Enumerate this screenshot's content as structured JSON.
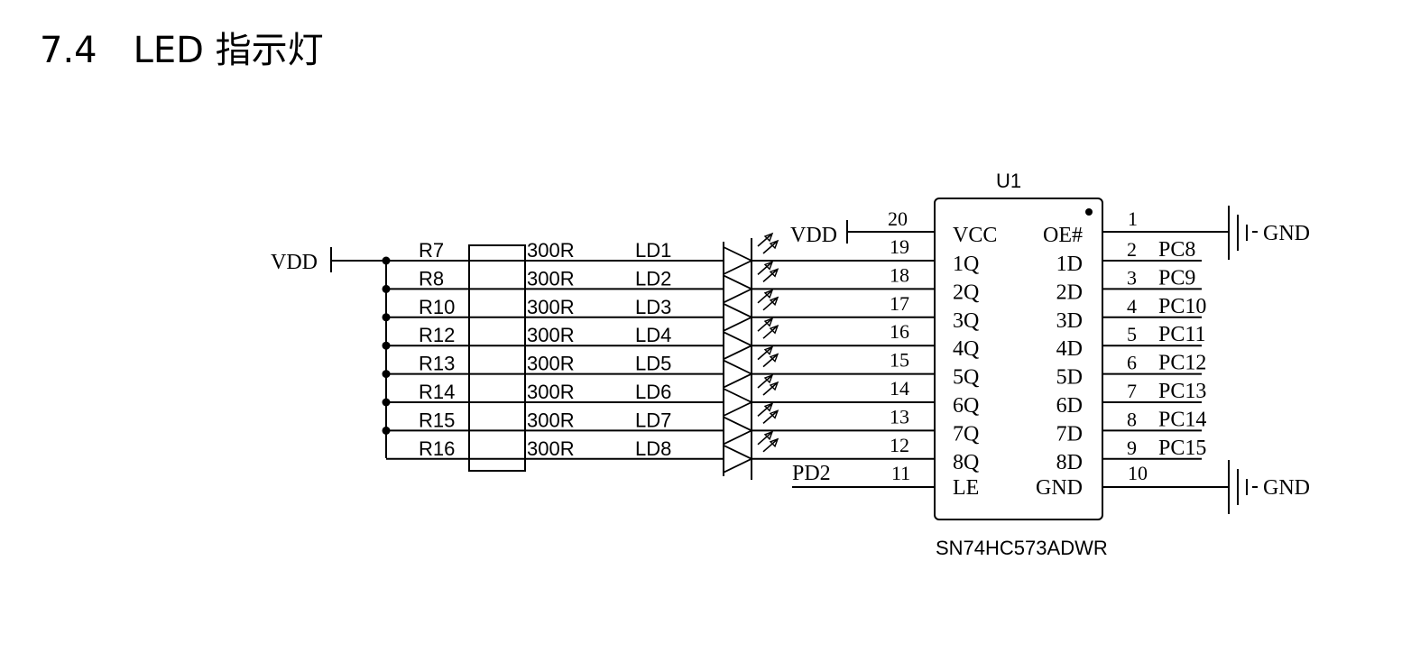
{
  "page": {
    "title": "7.4　LED 指示灯"
  },
  "schematic": {
    "vdd_label": "VDD",
    "resistor_value": "300R",
    "channels": [
      {
        "resistor": "R7",
        "led": "LD1",
        "latch_pin": "19",
        "q_label": "1Q"
      },
      {
        "resistor": "R8",
        "led": "LD2",
        "latch_pin": "18",
        "q_label": "2Q"
      },
      {
        "resistor": "R10",
        "led": "LD3",
        "latch_pin": "17",
        "q_label": "3Q"
      },
      {
        "resistor": "R12",
        "led": "LD4",
        "latch_pin": "16",
        "q_label": "4Q"
      },
      {
        "resistor": "R13",
        "led": "LD5",
        "latch_pin": "15",
        "q_label": "5Q"
      },
      {
        "resistor": "R14",
        "led": "LD6",
        "latch_pin": "14",
        "q_label": "6Q"
      },
      {
        "resistor": "R15",
        "led": "LD7",
        "latch_pin": "13",
        "q_label": "7Q"
      },
      {
        "resistor": "R16",
        "led": "LD8",
        "latch_pin": "12",
        "q_label": "8Q"
      }
    ],
    "chip": {
      "ref": "U1",
      "part": "SN74HC573ADWR",
      "vcc_pin": "20",
      "vcc_label": "VCC",
      "le_pin": "11",
      "le_label": "LE",
      "le_net": "PD2",
      "oe_pin": "1",
      "oe_label": "OE#",
      "gnd_pin": "10",
      "gnd_label": "GND",
      "d_pins": [
        {
          "pin": "2",
          "label": "1D",
          "net": "PC8"
        },
        {
          "pin": "3",
          "label": "2D",
          "net": "PC9"
        },
        {
          "pin": "4",
          "label": "3D",
          "net": "PC10"
        },
        {
          "pin": "5",
          "label": "4D",
          "net": "PC11"
        },
        {
          "pin": "6",
          "label": "5D",
          "net": "PC12"
        },
        {
          "pin": "7",
          "label": "6D",
          "net": "PC13"
        },
        {
          "pin": "8",
          "label": "7D",
          "net": "PC14"
        },
        {
          "pin": "9",
          "label": "8D",
          "net": "PC15"
        }
      ]
    },
    "gnd_label": "GND"
  }
}
